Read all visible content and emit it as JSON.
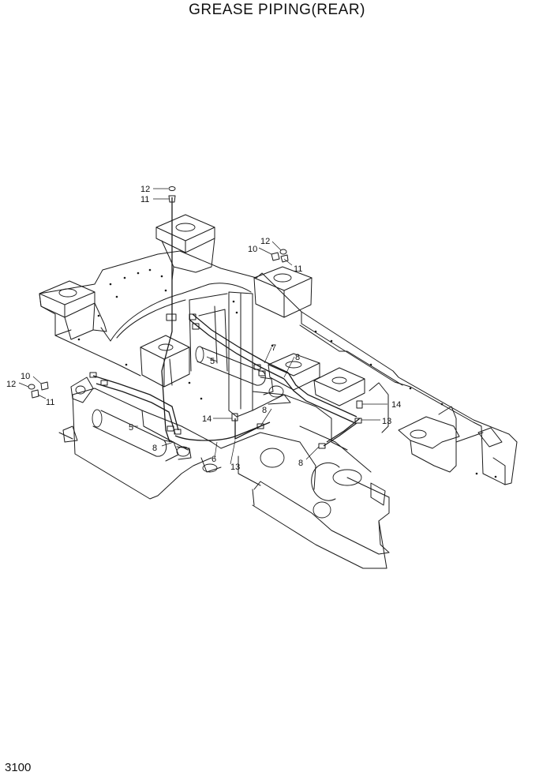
{
  "title": "GREASE PIPING(REAR)",
  "page_number": "3100",
  "callouts": [
    {
      "id": "c1",
      "text": "12"
    },
    {
      "id": "c2",
      "text": "11"
    },
    {
      "id": "c3",
      "text": "12"
    },
    {
      "id": "c4",
      "text": "10"
    },
    {
      "id": "c5",
      "text": "11"
    },
    {
      "id": "c6",
      "text": "10"
    },
    {
      "id": "c7",
      "text": "12"
    },
    {
      "id": "c8",
      "text": "11"
    },
    {
      "id": "c9",
      "text": "7"
    },
    {
      "id": "c10",
      "text": "8"
    },
    {
      "id": "c11",
      "text": "5"
    },
    {
      "id": "c12",
      "text": "8"
    },
    {
      "id": "c13",
      "text": "14"
    },
    {
      "id": "c14",
      "text": "13"
    },
    {
      "id": "c15",
      "text": "14"
    },
    {
      "id": "c16",
      "text": "5"
    },
    {
      "id": "c17",
      "text": "8"
    },
    {
      "id": "c18",
      "text": "6"
    },
    {
      "id": "c19",
      "text": "13"
    },
    {
      "id": "c20",
      "text": "8"
    }
  ]
}
